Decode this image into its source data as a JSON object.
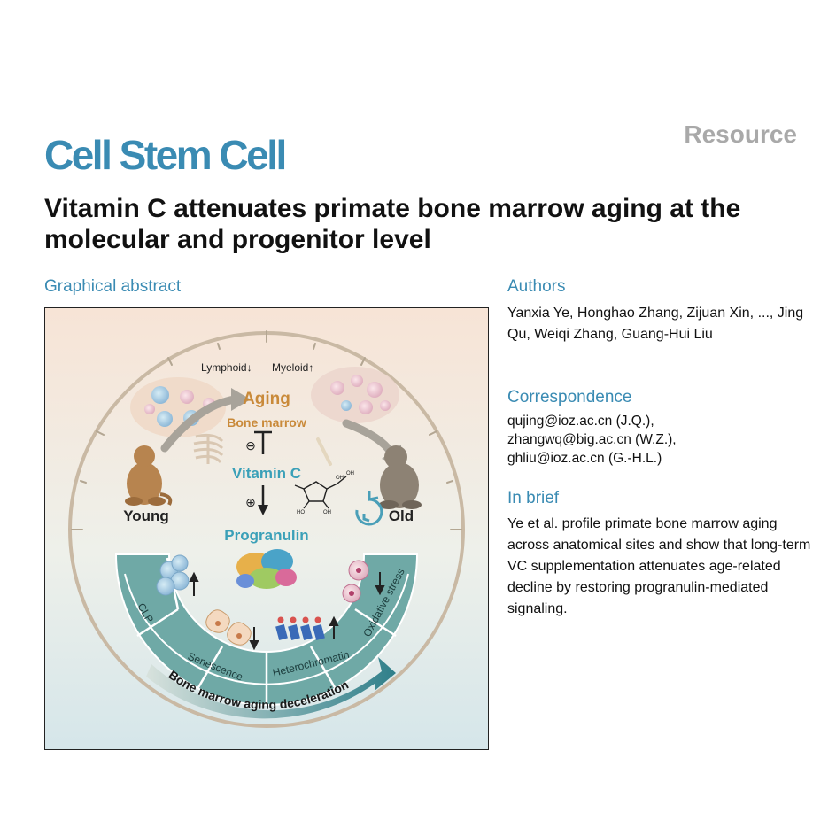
{
  "header": {
    "journal_name": "Cell Stem Cell",
    "doc_type": "Resource"
  },
  "article": {
    "title": "Vitamin C attenuates primate bone marrow aging at the molecular and progenitor level"
  },
  "graphical_abstract": {
    "heading": "Graphical abstract",
    "labels": {
      "lymphoid": "Lymphoid↓",
      "myeloid": "Myeloid↑",
      "aging": "Aging",
      "bone_marrow": "Bone marrow",
      "minus": "⊖",
      "vitamin_c": "Vitamin C",
      "plus": "⊕",
      "progranulin": "Progranulin",
      "young": "Young",
      "old": "Old",
      "clp": "CLP",
      "senescence": "Senescence",
      "heterochromatin": "Heterochromatin",
      "oxidative_stress": "Oxidative stress",
      "arrow_banner": "Bone marrow aging deceleration",
      "oh1": "OH",
      "oh2": "OH",
      "ho1": "HO",
      "oh3": "OH"
    },
    "colors": {
      "teal": "#5b9f9f",
      "teal_dark": "#3f8585",
      "aging_orange": "#c98a3a",
      "vitc_blue": "#3aa0b8"
    }
  },
  "authors": {
    "heading": "Authors",
    "text": "Yanxia Ye, Honghao Zhang, Zijuan Xin, ..., Jing Qu, Weiqi Zhang, Guang-Hui Liu"
  },
  "correspondence": {
    "heading": "Correspondence",
    "lines": [
      "qujing@ioz.ac.cn (J.Q.),",
      "zhangwq@big.ac.cn (W.Z.),",
      "ghliu@ioz.ac.cn (G.-H.L.)"
    ]
  },
  "in_brief": {
    "heading": "In brief",
    "text": "Ye et al. profile primate bone marrow aging across anatomical sites and show that long-term VC supplementation attenuates age-related decline by restoring progranulin-mediated signaling."
  }
}
